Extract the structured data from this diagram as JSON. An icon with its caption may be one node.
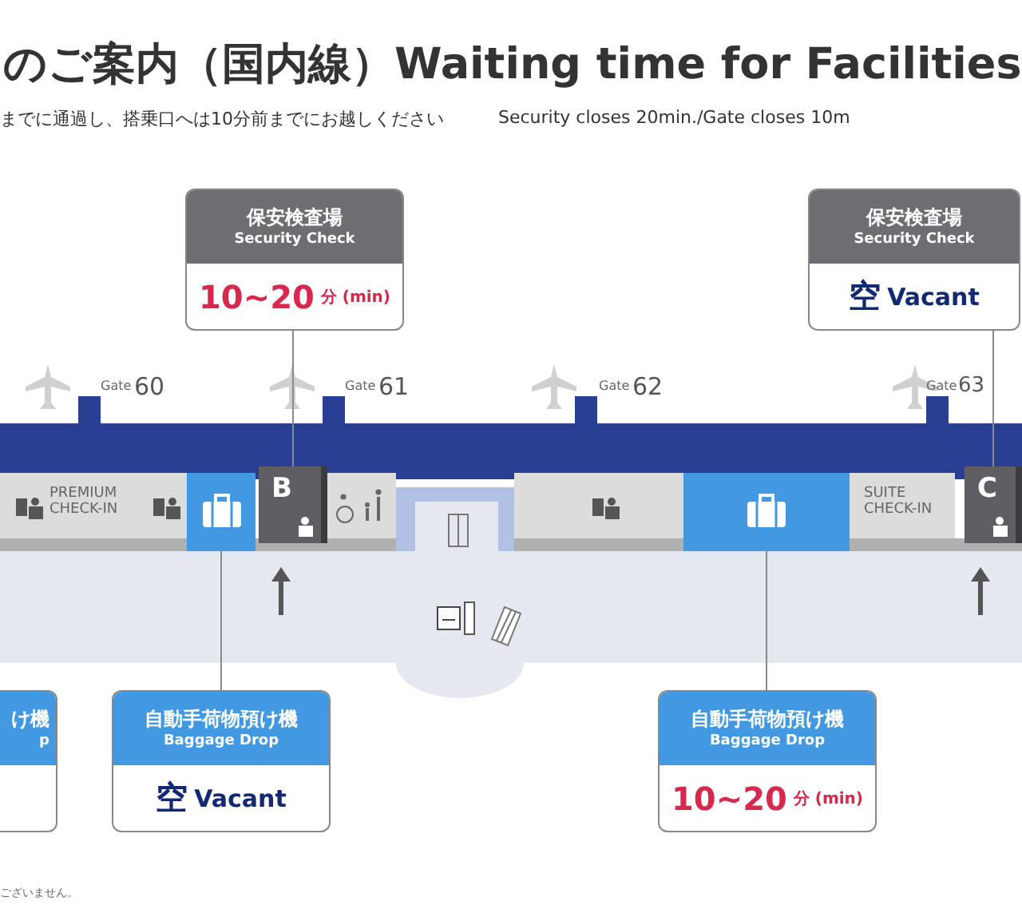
{
  "diagram": {
    "title": "のご案内（国内線）Waiting time for Facilities",
    "caption": "までに通過し、搭乗口へは10分前までにお越しください",
    "nodes": [
      {
        "text": [
          "保安検査場",
          "Security Check",
          "10~20",
          "分 (min)"
        ]
      },
      {
        "text": [
          "保安検査場",
          "Security Check",
          "空",
          "Vacant"
        ]
      },
      {
        "text": [
          "B"
        ]
      },
      {
        "text": [
          "C"
        ]
      },
      {
        "text": [
          "け機",
          "p"
        ]
      },
      {
        "text": [
          "自動手荷物預け機",
          "Baggage Drop",
          "空",
          "Vacant"
        ]
      },
      {
        "text": [
          "自動手荷物預け機",
          "Baggage Drop",
          "10~20",
          "分 (min)"
        ]
      },
      {
        "text": [],
        "shape": "box"
      },
      {
        "text": [],
        "shape": "box"
      }
    ],
    "edges": [
      {
        "from": 0,
        "to": 2,
        "arrow": "none"
      },
      {
        "from": 1,
        "to": 3,
        "arrow": "none"
      },
      {
        "from": 5,
        "to": 7,
        "arrow": "none"
      },
      {
        "from": 6,
        "to": 8,
        "arrow": "none"
      }
    ],
    "labels": [
      "Security closes 20min./Gate closes 10m",
      "Gate",
      "60",
      "Gate",
      "61",
      "Gate",
      "62",
      "Gate",
      "63",
      "PREMIUM CHECK-IN",
      "SUITE CHECK-IN",
      "ございません。"
    ]
  }
}
